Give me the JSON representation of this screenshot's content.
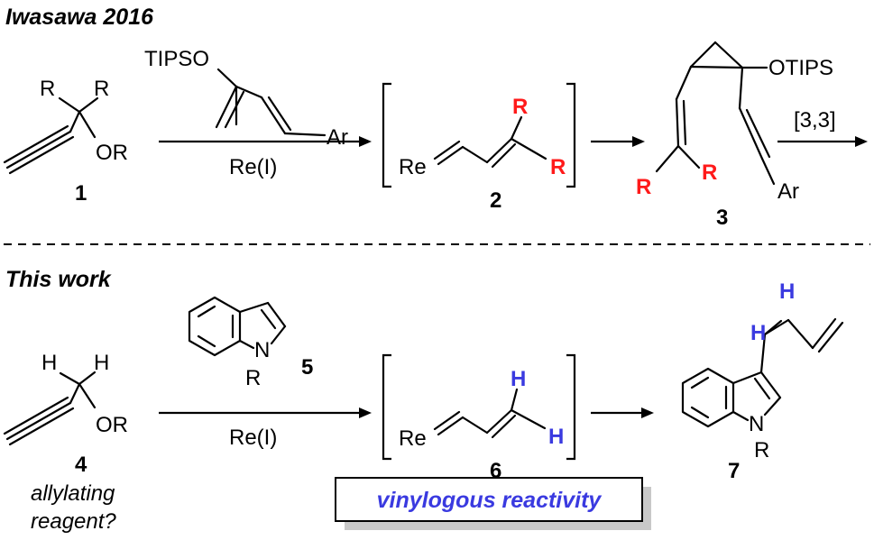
{
  "headings": {
    "prior": "Iwasawa 2016",
    "current": "This work"
  },
  "labels": {
    "tipso": "TIPSO",
    "otips": "OTIPS",
    "ar": "Ar",
    "r": "R",
    "or": "OR",
    "h": "H",
    "n": "N",
    "re": "Re",
    "catalyst": "Re(I)",
    "sigmatropic": "[3,3]"
  },
  "compounds": {
    "c1": "1",
    "c2": "2",
    "c3": "3",
    "c4": "4",
    "c5": "5",
    "c6": "6",
    "c7": "7"
  },
  "question": {
    "line1": "allylating",
    "line2": "reagent?"
  },
  "callout": "vinylogous reactivity",
  "colors": {
    "highlight_red": "#ff1a1a",
    "highlight_blue": "#3a3ae0",
    "callout_shadow": "#c8c8c8"
  }
}
